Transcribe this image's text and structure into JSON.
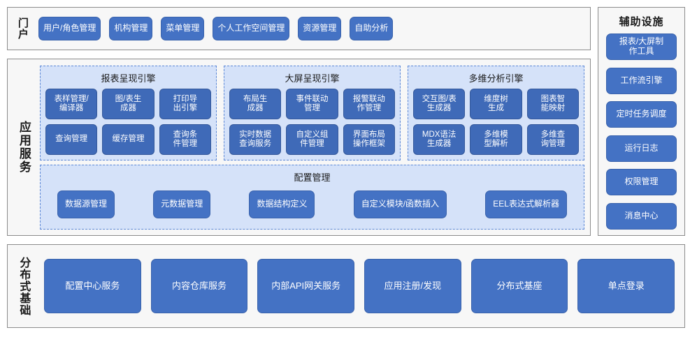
{
  "colors": {
    "button_blue": "#4472c4",
    "button_blue_deep": "#3f6ab8",
    "panel_fill": "#d5e2f9",
    "panel_border": "#5b87d6",
    "container_border": "#8c8c8c",
    "container_fill": "#f7f7f7",
    "text_light": "#ffffff",
    "text_dark": "#1a1a1a"
  },
  "portal": {
    "label": "门户",
    "items": [
      {
        "label": "用户/角色管理"
      },
      {
        "label": "机构管理"
      },
      {
        "label": "菜单管理"
      },
      {
        "label": "个人工作空间管理"
      },
      {
        "label": "资源管理"
      },
      {
        "label": "自助分析"
      }
    ]
  },
  "aux": {
    "title": "辅助设施",
    "items": [
      {
        "label": "报表/大屏制\n作工具"
      },
      {
        "label": "工作流引擎"
      },
      {
        "label": "定时任务调度"
      },
      {
        "label": "运行日志"
      },
      {
        "label": "权限管理"
      },
      {
        "label": "消息中心"
      }
    ]
  },
  "app_service": {
    "label": "应用服务",
    "engines": [
      {
        "title": "报表呈现引擎",
        "items": [
          {
            "label": "表样管理/\n编译器"
          },
          {
            "label": "图/表生\n成器"
          },
          {
            "label": "打印导\n出引擎"
          },
          {
            "label": "查询管理"
          },
          {
            "label": "缓存管理"
          },
          {
            "label": "查询条\n件管理"
          }
        ]
      },
      {
        "title": "大屏呈现引擎",
        "items": [
          {
            "label": "布局生\n成器"
          },
          {
            "label": "事件联动\n管理"
          },
          {
            "label": "报警联动\n作管理"
          },
          {
            "label": "实时数据\n查询服务"
          },
          {
            "label": "自定义组\n件管理"
          },
          {
            "label": "界面布局\n操作框架"
          }
        ]
      },
      {
        "title": "多维分析引擎",
        "items": [
          {
            "label": "交互图/表\n生成器"
          },
          {
            "label": "维度树\n生成"
          },
          {
            "label": "图表智\n能映射"
          },
          {
            "label": "MDX语法\n生成器"
          },
          {
            "label": "多维模\n型解析"
          },
          {
            "label": "多维查\n询管理"
          }
        ]
      }
    ],
    "config": {
      "title": "配置管理",
      "items": [
        {
          "label": "数据源管理"
        },
        {
          "label": "元数据管理"
        },
        {
          "label": "数据结构定义"
        },
        {
          "label": "自定义模块/函数插入"
        },
        {
          "label": "EEL表达式解析器"
        }
      ]
    }
  },
  "distributed": {
    "label": "分布式基础",
    "items": [
      {
        "label": "配置中心服务"
      },
      {
        "label": "内容仓库服务"
      },
      {
        "label": "内部API网关服务"
      },
      {
        "label": "应用注册/发现"
      },
      {
        "label": "分布式基座"
      },
      {
        "label": "单点登录"
      }
    ]
  }
}
